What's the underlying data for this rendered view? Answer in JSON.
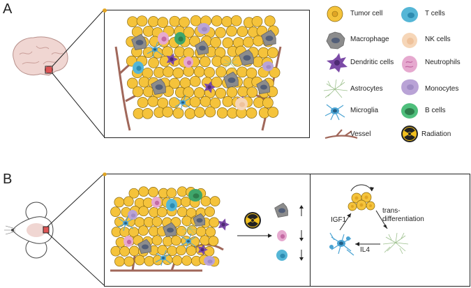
{
  "panels": {
    "a": "A",
    "b": "B"
  },
  "legend": {
    "tumor": "Tumor cell",
    "tcells": "T cells",
    "macrophage": "Macrophage",
    "nk": "NK cells",
    "dendritic": "Dendritic cells",
    "neutrophils": "Neutrophils",
    "astrocytes": "Astrocytes",
    "monocytes": "Monocytes",
    "microglia": "Microglia",
    "bcells": "B cells",
    "vessel": "Vessel",
    "radiation": "Radiation"
  },
  "cycle": {
    "igf1": "IGF1",
    "trans_line1": "trans-",
    "trans_line2": "differentiation",
    "il4": "IL4"
  },
  "colors": {
    "tumor": "#f5c33b",
    "tumor_nucleus": "#e0a524",
    "macrophage": "#8c8c8c",
    "macrophage_nucleus": "#525e78",
    "dendritic": "#7b4aa6",
    "tcell": "#55b6d6",
    "nk": "#f6d6b8",
    "neutrophil": "#e6a9cf",
    "monocyte": "#b9a3d6",
    "bcell": "#3fa66b",
    "microglia": "#4aa3d3",
    "astrocyte": "#9bbf8b",
    "vessel": "#a0675a",
    "brain": "#f0d6d2"
  }
}
